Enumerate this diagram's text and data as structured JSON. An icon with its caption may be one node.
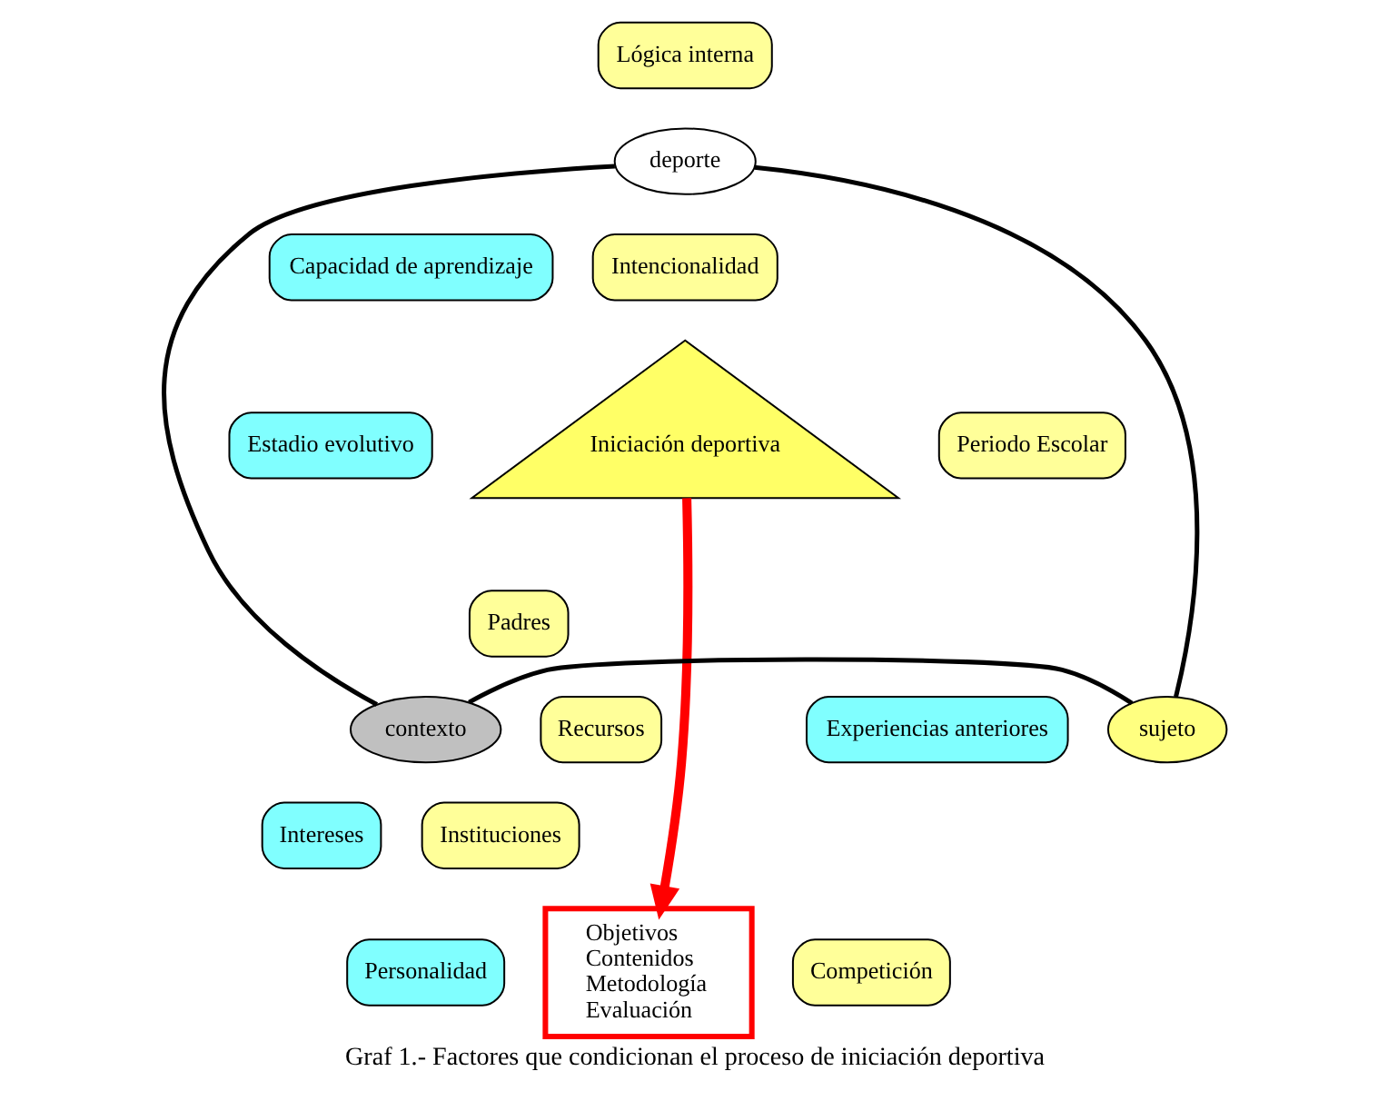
{
  "diagram": {
    "caption": "Graf 1.- Factores que condicionan el proceso de iniciación deportiva",
    "nodes": [
      {
        "text": [
          "Lógica interna"
        ]
      },
      {
        "text": [
          "deporte"
        ]
      },
      {
        "text": [
          "Iniciación deportiva"
        ]
      },
      {
        "text": [
          "Capacidad de aprendizaje"
        ]
      },
      {
        "text": [
          "Intencionalidad"
        ]
      },
      {
        "text": [
          "Periodo Escolar"
        ]
      },
      {
        "text": [
          "Estadio evolutivo"
        ]
      },
      {
        "text": [
          "Padres"
        ]
      },
      {
        "text": [
          "sujeto"
        ]
      },
      {
        "text": [
          "contexto"
        ]
      },
      {
        "text": [
          "Experiencias anteriores"
        ]
      },
      {
        "text": [
          "Recursos"
        ]
      },
      {
        "text": [
          "Intereses"
        ]
      },
      {
        "text": [
          "Instituciones"
        ]
      },
      {
        "text": [
          "Objetivos",
          "Contenidos",
          "Metodología",
          "Evaluación"
        ]
      },
      {
        "text": [
          "Competición"
        ]
      },
      {
        "text": [
          "Personalidad"
        ]
      }
    ],
    "edges": [
      {
        "from": 1,
        "to": 8,
        "arrow": "none"
      },
      {
        "from": 1,
        "to": 9,
        "arrow": "none"
      },
      {
        "from": 8,
        "to": 9,
        "arrow": "none"
      },
      {
        "from": 2,
        "to": 14,
        "arrow": "to",
        "style": "thick",
        "color": "#ff0000"
      }
    ]
  }
}
